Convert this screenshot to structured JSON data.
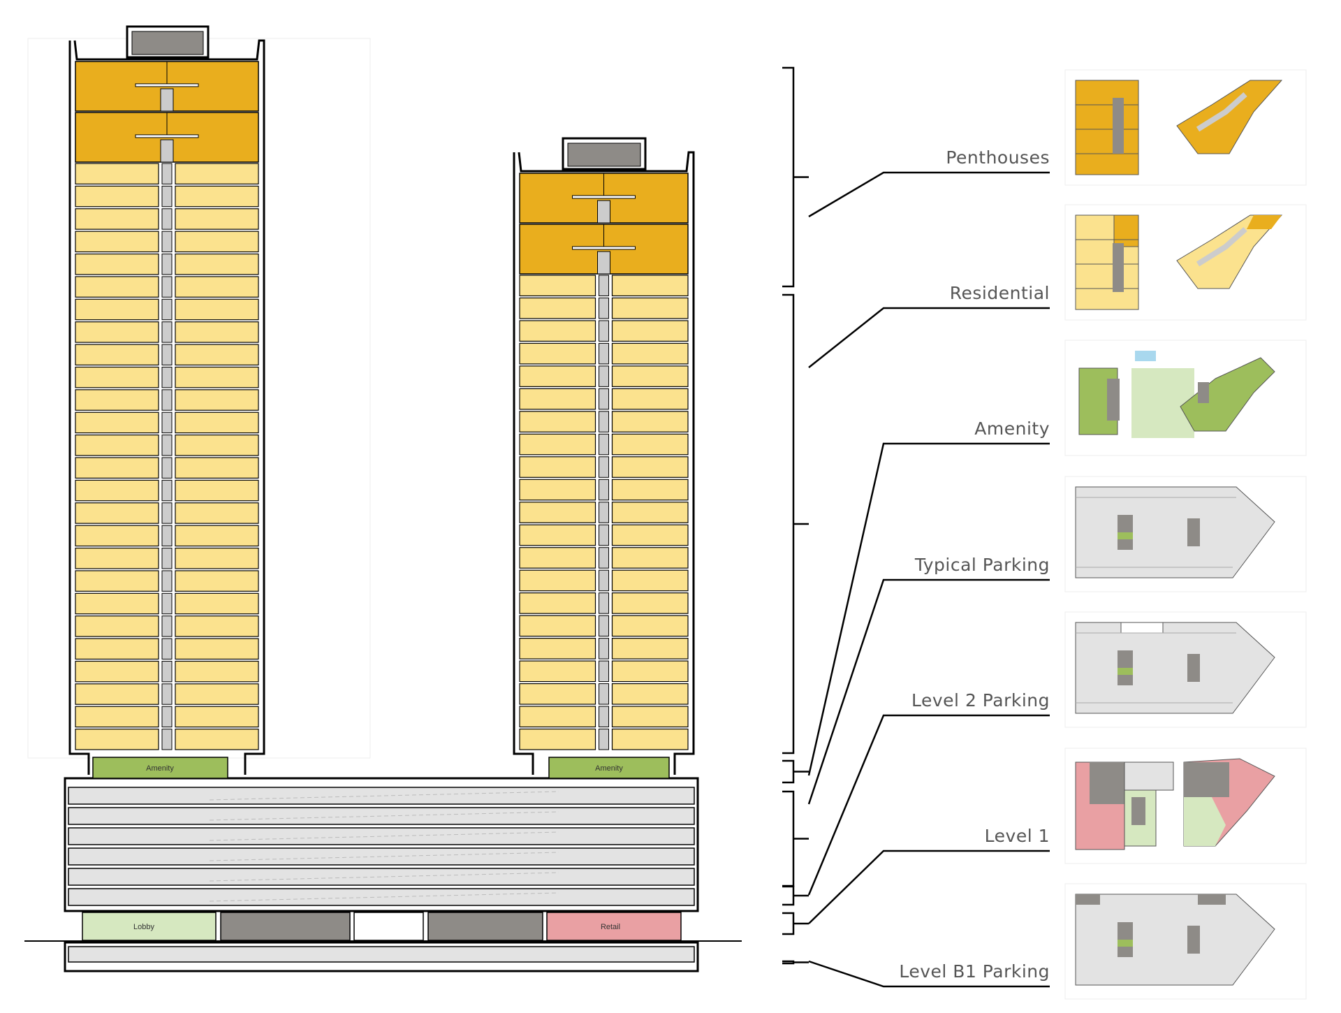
{
  "sections": [
    {
      "key": "penthouses",
      "label": "Penthouses"
    },
    {
      "key": "residential",
      "label": "Residential"
    },
    {
      "key": "amenity",
      "label": "Amenity"
    },
    {
      "key": "typical-parking",
      "label": "Typical Parking"
    },
    {
      "key": "level2-parking",
      "label": "Level 2 Parking"
    },
    {
      "key": "level1",
      "label": "Level 1"
    },
    {
      "key": "levelb1-parking",
      "label": "Level B1 Parking"
    }
  ],
  "section_tags": {
    "amenity": "Amenity",
    "lobby": "Lobby",
    "retail": "Retail"
  },
  "colors": {
    "penthouse": "#E9AE1E",
    "residential": "#FBE28E",
    "amenity": "#9DBE5C",
    "amenity_light": "#D6E8C0",
    "parking": "#E3E3E3",
    "core": "#8E8B87",
    "retail": "#E9A0A3",
    "outline": "#000000"
  }
}
